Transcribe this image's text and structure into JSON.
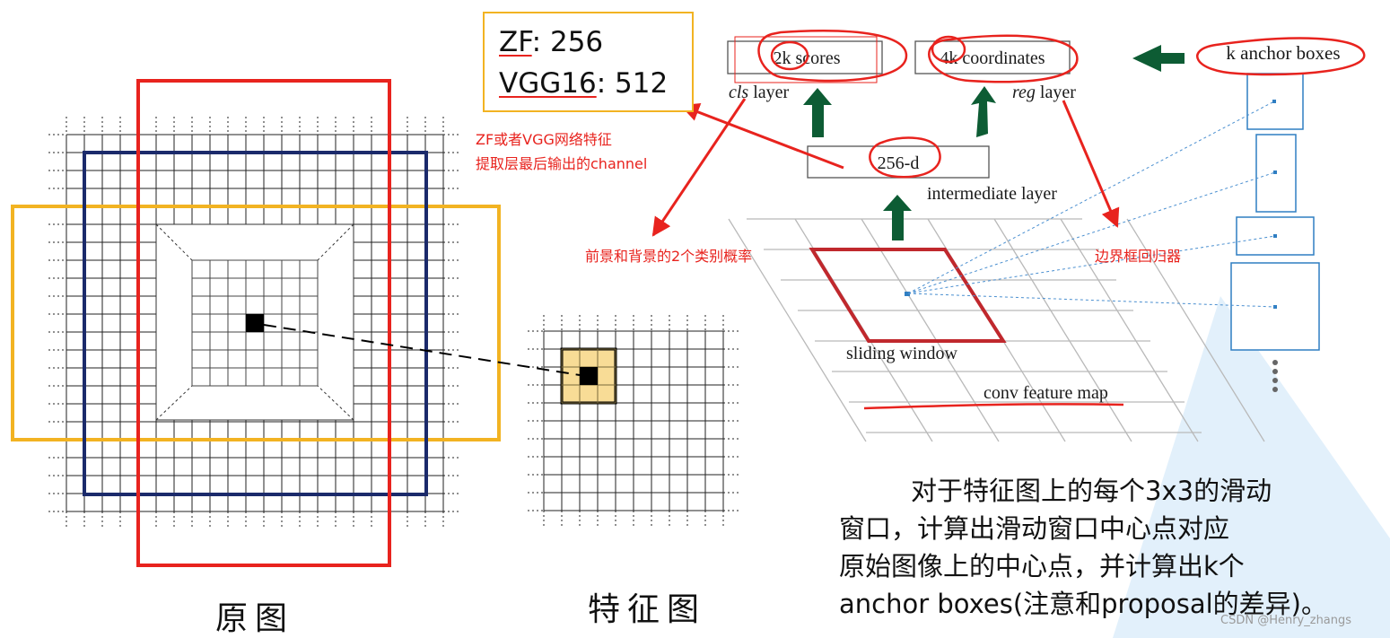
{
  "dimension_box": {
    "zf_label": "ZF",
    "zf_value": ": 256",
    "vgg_label": "VGG16",
    "vgg_value": ": 512"
  },
  "annotations": {
    "channel_note_line1": "ZF或者VGG网络特征",
    "channel_note_line2": "提取层最后输出的channel",
    "cls_note": "前景和背景的2个类别概率",
    "reg_note": "边界框回归器"
  },
  "rpn": {
    "cls_box": "2k scores",
    "reg_box": "4k coordinates",
    "cls_layer_italic": "cls",
    "cls_layer_rest": " layer",
    "reg_layer_italic": "reg",
    "reg_layer_rest": " layer",
    "intermediate_box": "256-d",
    "intermediate_label": "intermediate layer",
    "sliding_window_label": "sliding window",
    "feature_map_label": "conv feature map",
    "anchor_title": "k anchor boxes"
  },
  "captions": {
    "original_image": "原图",
    "feature_map": "特征图"
  },
  "description": {
    "line1": "对于特征图上的每个3x3的滑动",
    "line2": "窗口，计算出滑动窗口中心点对应",
    "line3": "原始图像上的中心点，并计算出k个",
    "line4": "anchor boxes(注意和proposal的差异)。"
  },
  "watermark": "CSDN @Henry_zhangs",
  "colors": {
    "red": "#e8231e",
    "navy": "#1b2a6b",
    "orange": "#f2b322",
    "dark_green": "#0d5c34",
    "anchor_blue": "#2f7ec2",
    "highlight_fill": "#f8dc96"
  }
}
